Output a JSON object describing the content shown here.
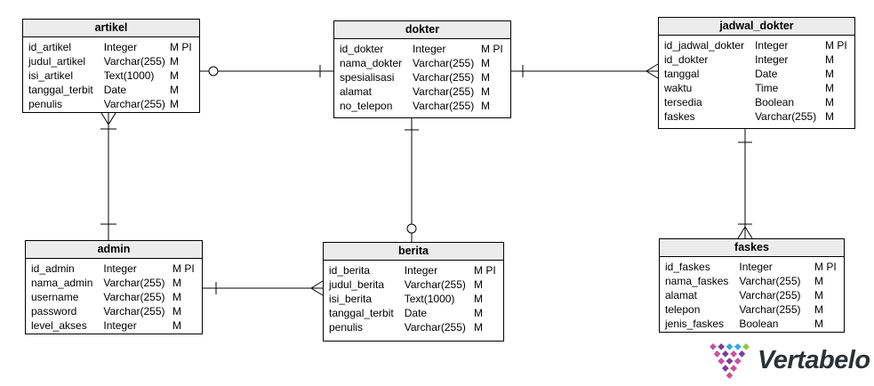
{
  "tables": [
    {
      "name": "artikel",
      "columns": [
        {
          "name": "id_artikel",
          "type": "Integer",
          "flags": "M PI"
        },
        {
          "name": "judul_artikel",
          "type": "Varchar(255)",
          "flags": "M"
        },
        {
          "name": "isi_artikel",
          "type": "Text(1000)",
          "flags": "M"
        },
        {
          "name": "tanggal_terbit",
          "type": "Date",
          "flags": "M"
        },
        {
          "name": "penulis",
          "type": "Varchar(255)",
          "flags": "M"
        }
      ]
    },
    {
      "name": "dokter",
      "columns": [
        {
          "name": "id_dokter",
          "type": "Integer",
          "flags": "M PI"
        },
        {
          "name": "nama_dokter",
          "type": "Varchar(255)",
          "flags": "M"
        },
        {
          "name": "spesialisasi",
          "type": "Varchar(255)",
          "flags": "M"
        },
        {
          "name": "alamat",
          "type": "Varchar(255)",
          "flags": "M"
        },
        {
          "name": "no_telepon",
          "type": "Varchar(255)",
          "flags": "M"
        }
      ]
    },
    {
      "name": "jadwal_dokter",
      "columns": [
        {
          "name": "id_jadwal_dokter",
          "type": "Integer",
          "flags": "M PI"
        },
        {
          "name": "id_dokter",
          "type": "Integer",
          "flags": "M"
        },
        {
          "name": "tanggal",
          "type": "Date",
          "flags": "M"
        },
        {
          "name": "waktu",
          "type": "Time",
          "flags": "M"
        },
        {
          "name": "tersedia",
          "type": "Boolean",
          "flags": "M"
        },
        {
          "name": "faskes",
          "type": "Varchar(255)",
          "flags": "M"
        }
      ]
    },
    {
      "name": "admin",
      "columns": [
        {
          "name": "id_admin",
          "type": "Integer",
          "flags": "M PI"
        },
        {
          "name": "nama_admin",
          "type": "Varchar(255)",
          "flags": "M"
        },
        {
          "name": "username",
          "type": "Varchar(255)",
          "flags": "M"
        },
        {
          "name": "password",
          "type": "Varchar(255)",
          "flags": "M"
        },
        {
          "name": "level_akses",
          "type": "Integer",
          "flags": "M"
        }
      ]
    },
    {
      "name": "berita",
      "columns": [
        {
          "name": "id_berita",
          "type": "Integer",
          "flags": "M PI"
        },
        {
          "name": "judul_berita",
          "type": "Varchar(255)",
          "flags": "M"
        },
        {
          "name": "isi_berita",
          "type": "Text(1000)",
          "flags": "M"
        },
        {
          "name": "tanggal_terbit",
          "type": "Date",
          "flags": "M"
        },
        {
          "name": "penulis",
          "type": "Varchar(255)",
          "flags": "M"
        }
      ]
    },
    {
      "name": "faskes",
      "columns": [
        {
          "name": "id_faskes",
          "type": "Integer",
          "flags": "M PI"
        },
        {
          "name": "nama_faskes",
          "type": "Varchar(255)",
          "flags": "M"
        },
        {
          "name": "alamat",
          "type": "Varchar(255)",
          "flags": "M"
        },
        {
          "name": "telepon",
          "type": "Varchar(255)",
          "flags": "M"
        },
        {
          "name": "jenis_faskes",
          "type": "Boolean",
          "flags": "M"
        }
      ]
    }
  ],
  "relationships": [
    {
      "from": "artikel",
      "to": "dokter",
      "from_marker": "circle",
      "to_marker": "tick"
    },
    {
      "from": "dokter",
      "to": "jadwal_dokter",
      "from_marker": "tick",
      "to_marker": "crow-foot"
    },
    {
      "from": "artikel",
      "to": "admin",
      "from_marker": "crow-foot-tick",
      "to_marker": "tick"
    },
    {
      "from": "dokter",
      "to": "berita",
      "from_marker": "tick",
      "to_marker": "circle"
    },
    {
      "from": "admin",
      "to": "berita",
      "from_marker": "tick",
      "to_marker": "crow-foot"
    },
    {
      "from": "jadwal_dokter",
      "to": "faskes",
      "from_marker": "tick",
      "to_marker": "crow-foot-tick"
    }
  ],
  "branding": {
    "name": "Vertabelo",
    "logo_colors": {
      "pink": "#C9519C",
      "purple": "#7A3D98",
      "cyan": "#2BACE2",
      "green": "#8CC63E"
    },
    "text_color": "#2d3135"
  }
}
